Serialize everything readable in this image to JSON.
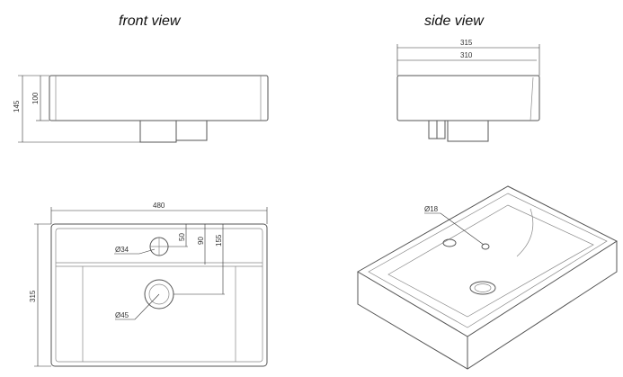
{
  "titles": {
    "front": "front view",
    "side": "side view"
  },
  "front_elevation": {
    "height_total": "145",
    "height_bowl": "100"
  },
  "front_plan": {
    "width": "480",
    "depth": "315",
    "tap_hole": "Ø34",
    "drain": "Ø45",
    "dim_50": "50",
    "dim_90": "90",
    "dim_155": "155"
  },
  "side_elevation": {
    "outer_width": "315",
    "inner_width": "310"
  },
  "iso_view": {
    "overflow": "Ø18"
  }
}
